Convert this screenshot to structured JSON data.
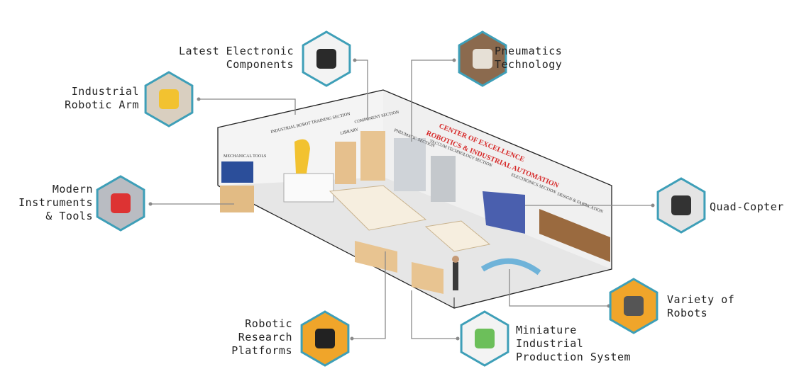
{
  "colors": {
    "hex_border": "#3e9fb8",
    "connector": "#8a8a8a",
    "room_outline": "#222222",
    "accent_red": "#d62828",
    "robot_yellow": "#f2c230"
  },
  "features": [
    {
      "id": "arm",
      "lines": [
        "Industrial",
        "Robotic Arm"
      ],
      "icon": "industrial-robot-arm-photo"
    },
    {
      "id": "electronics",
      "lines": [
        "Latest Electronic",
        "Components"
      ],
      "icon": "electronic-components-photo"
    },
    {
      "id": "pneumatics",
      "lines": [
        "Pneumatics",
        "Technology"
      ],
      "icon": "pneumatics-board-photo"
    },
    {
      "id": "instruments",
      "lines": [
        "Modern",
        "Instruments",
        "& Tools"
      ],
      "icon": "tool-wall-photo"
    },
    {
      "id": "quad",
      "lines": [
        "Quad-Copter"
      ],
      "icon": "quadcopter-photo"
    },
    {
      "id": "robots",
      "lines": [
        "Variety of",
        "Robots"
      ],
      "icon": "rover-robot-photo"
    },
    {
      "id": "research",
      "lines": [
        "Robotic",
        "Research",
        "Platforms"
      ],
      "icon": "research-robot-platform-photo"
    },
    {
      "id": "miniature",
      "lines": [
        "Miniature",
        "Industrial",
        "Production System"
      ],
      "icon": "production-system-photo"
    }
  ],
  "room": {
    "heading": [
      "CENTER OF EXCELLENCE",
      "ROBOTICS & INDUSTRIAL AUTOMATION"
    ],
    "sections": [
      "MECHANICAL TOOLS",
      "INDUSTRIAL ROBOT TRAINING SECTION",
      "LIBRARY",
      "COMPONENT SECTION",
      "PNEUMATIC SECTION",
      "VACCUM TECHNOLOGY SECTION",
      "ELECTRONICS SECTION",
      "DESIGN & FABRICATION"
    ]
  }
}
